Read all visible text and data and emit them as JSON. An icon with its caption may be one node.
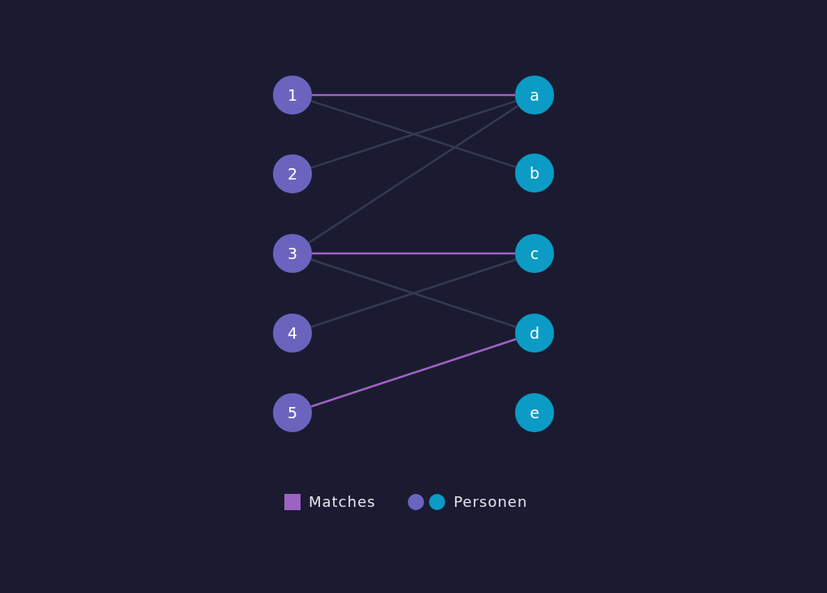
{
  "diagram": {
    "nodes": [
      {
        "text": [
          "1"
        ]
      },
      {
        "text": [
          "2"
        ]
      },
      {
        "text": [
          "3"
        ]
      },
      {
        "text": [
          "4"
        ]
      },
      {
        "text": [
          "5"
        ]
      },
      {
        "text": [
          "a"
        ]
      },
      {
        "text": [
          "b"
        ]
      },
      {
        "text": [
          "c"
        ]
      },
      {
        "text": [
          "d"
        ]
      },
      {
        "text": [
          "e"
        ]
      }
    ],
    "edges": [
      {
        "from": 0,
        "to": 5,
        "arrow": "none",
        "color": "#9d63c2"
      },
      {
        "from": 0,
        "to": 6,
        "arrow": "none"
      },
      {
        "from": 1,
        "to": 5,
        "arrow": "none"
      },
      {
        "from": 2,
        "to": 5,
        "arrow": "none"
      },
      {
        "from": 2,
        "to": 7,
        "arrow": "none",
        "color": "#9d63c2"
      },
      {
        "from": 2,
        "to": 8,
        "arrow": "none"
      },
      {
        "from": 3,
        "to": 7,
        "arrow": "none"
      },
      {
        "from": 4,
        "to": 8,
        "arrow": "none",
        "color": "#9d63c2"
      }
    ],
    "legend": [
      {
        "text": "Matches",
        "color": "#9d63c2"
      },
      {
        "text": "Personen"
      }
    ]
  }
}
